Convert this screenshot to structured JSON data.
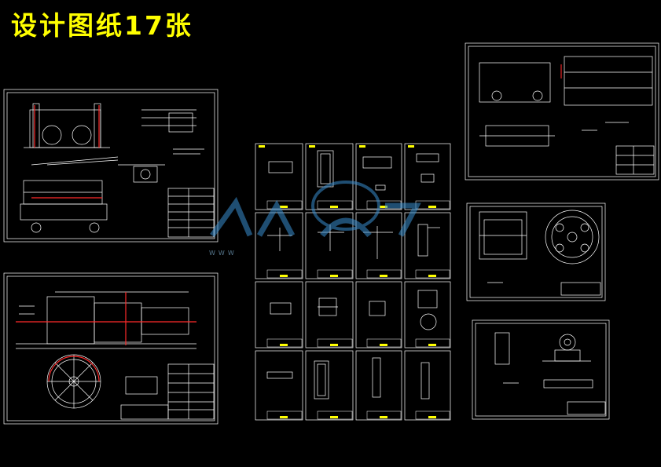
{
  "title": "设计图纸17张",
  "watermark": {
    "text": "WWW",
    "color": "#3a8fd0"
  },
  "colors": {
    "background": "#000000",
    "title": "#ffff00",
    "linework": "#ffffff",
    "accent_red": "#ff2a2a",
    "title_block_yellow": "#ffff00"
  },
  "drawing_count": 17
}
